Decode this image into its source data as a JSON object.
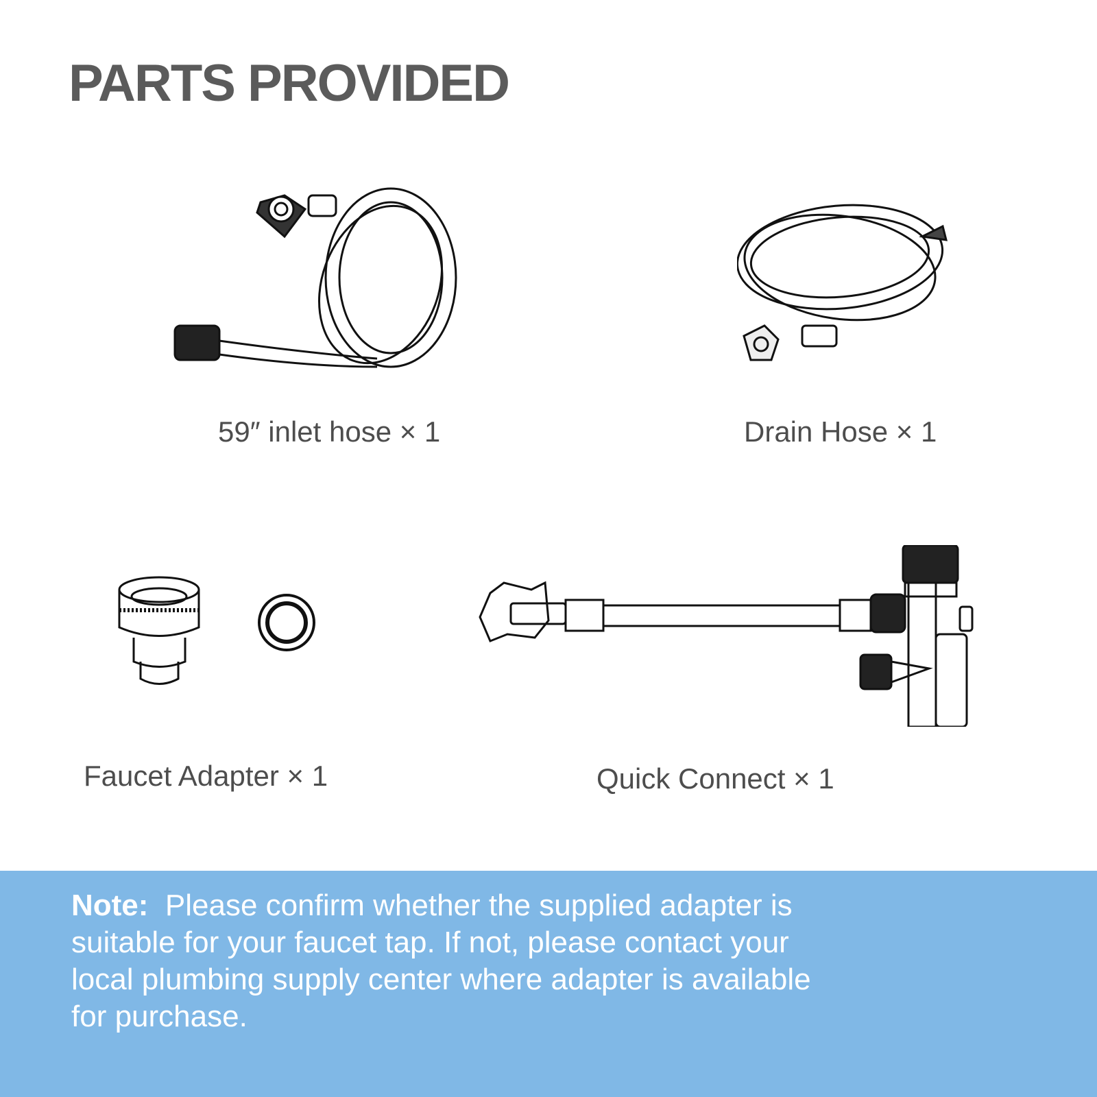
{
  "title": "PARTS PROVIDED",
  "parts": [
    {
      "label": "59″ inlet hose × 1",
      "icon": "inlet-hose"
    },
    {
      "label": "Drain Hose × 1",
      "icon": "drain-hose"
    },
    {
      "label": "Faucet Adapter × 1",
      "icon": "faucet-adapter"
    },
    {
      "label": "Quick Connect × 1",
      "icon": "quick-connect"
    }
  ],
  "note": {
    "prefix": "Note:",
    "lines": [
      "Please confirm whether the supplied adapter is",
      "suitable for your faucet tap.  If not, please contact your",
      "local plumbing supply center where adapter is available",
      "for purchase."
    ]
  },
  "colors": {
    "title": "#5b5b5b",
    "note_background": "#80b8e6",
    "note_text": "#ffffff"
  }
}
